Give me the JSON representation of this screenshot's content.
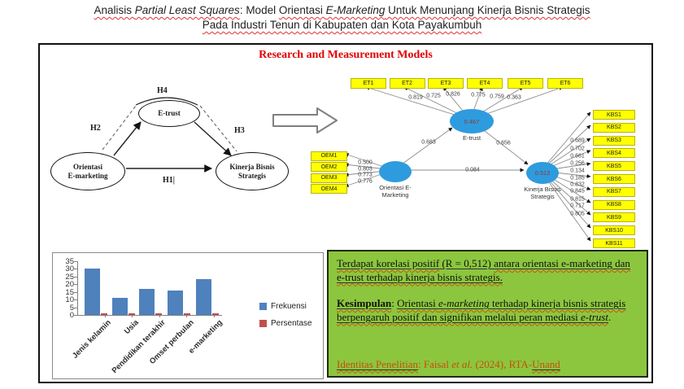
{
  "title": {
    "seg1": "Analisis ",
    "seg2": "Partial Least Squares",
    "seg3": ": Model ",
    "seg4": "Orientasi ",
    "seg5": "E-Marketing",
    "seg6": " Untuk Menunjang Kinerja Bisnis Strategis",
    "line2": "Pada Industri Tenun di Kabupaten dan Kota Payakumbuh"
  },
  "panel": {
    "title": "Research and Measurement Models"
  },
  "concept_model": {
    "etrust": "E-trust",
    "oem": "Orientasi\nE-marketing",
    "kbs": "Kinerja Bisnis\nStrategis",
    "h1": "H1|",
    "h2": "H2",
    "h3": "H3",
    "h4": "H4"
  },
  "pls_model": {
    "indicators": {
      "et": {
        "labels": [
          "ET1",
          "ET2",
          "ET3",
          "ET4",
          "ET5",
          "ET6"
        ],
        "loadings": [
          "0.819",
          "0.725",
          "0.826",
          "0.775",
          "0.759",
          "0.363"
        ]
      },
      "oem": {
        "labels": [
          "OEM1",
          "OEM2",
          "OEM3",
          "OEM4"
        ],
        "loadings": [
          "0.500",
          "0.803",
          "0.773",
          "0.776"
        ]
      },
      "kbs": {
        "labels": [
          "KBS1",
          "KBS2",
          "KBS3",
          "KBS4",
          "KBS5",
          "KBS6",
          "KBS7",
          "KBS8",
          "KBS9",
          "KBS10",
          "KBS11"
        ],
        "loadings": [
          "0.689",
          "0.702",
          "0.661",
          "0.256",
          "0.134",
          "0.185",
          "0.832",
          "0.845",
          "0.815",
          "0.717",
          "0.805"
        ]
      }
    },
    "constructs": {
      "etrust": {
        "label": "E-trust",
        "r2": "0.467"
      },
      "oem": {
        "label": "Orientasi E-\nMarketing"
      },
      "kbs": {
        "label": "Kinerja Bisnis\nStrategis",
        "r2": "0.512"
      }
    },
    "paths": {
      "oem_to_etrust": "0.683",
      "etrust_to_kbs": "0.656",
      "oem_to_kbs": "0.084"
    }
  },
  "chart_data": {
    "type": "bar",
    "categories": [
      "Jenis kelamin",
      "Usia",
      "Pendidikan terakhir",
      "Omset perbulan",
      "e-marketing"
    ],
    "series": [
      {
        "name": "Frekuensi",
        "color": "#4f81bd",
        "values": [
          30,
          11,
          17,
          16,
          23
        ]
      },
      {
        "name": "Persentase",
        "color": "#c0504d",
        "values": [
          1,
          1,
          1,
          1,
          1
        ]
      }
    ],
    "ylim": [
      0,
      35
    ],
    "yticks": [
      0,
      5,
      10,
      15,
      20,
      25,
      30,
      35
    ],
    "grid": false,
    "legend_position": "right",
    "title": "",
    "xlabel": "",
    "ylabel": ""
  },
  "findings_panel": {
    "p1a": "Terdapat korelasi positif",
    "p1b": " (R = 0,512) ",
    "p1c": "antara orientasi e-marketing dan e-trust terhadap kinerja bisnis strategis.",
    "p2_bold": "Kesimpulan",
    "p2a": ": ",
    "p2b": "Orientasi ",
    "p2c": "e-marketing",
    "p2d": " terhadap kinerja bisnis strategis berpengaruh positif dan signifikan melalui peran mediasi ",
    "p2e": "e-trust",
    "p2f": ".",
    "p3a": "Identitas Penelitian",
    "p3b": ": Faisal ",
    "p3c": "et al.",
    "p3d": " (2024), RTA-",
    "p3e": "Unand"
  },
  "colors": {
    "accent_red": "#e00000",
    "construct_blue": "#2e9bdf",
    "indicator_yellow": "#ffff00",
    "green_panel": "#8cc63f",
    "bar_blue": "#4f81bd",
    "bar_red": "#c0504d"
  }
}
